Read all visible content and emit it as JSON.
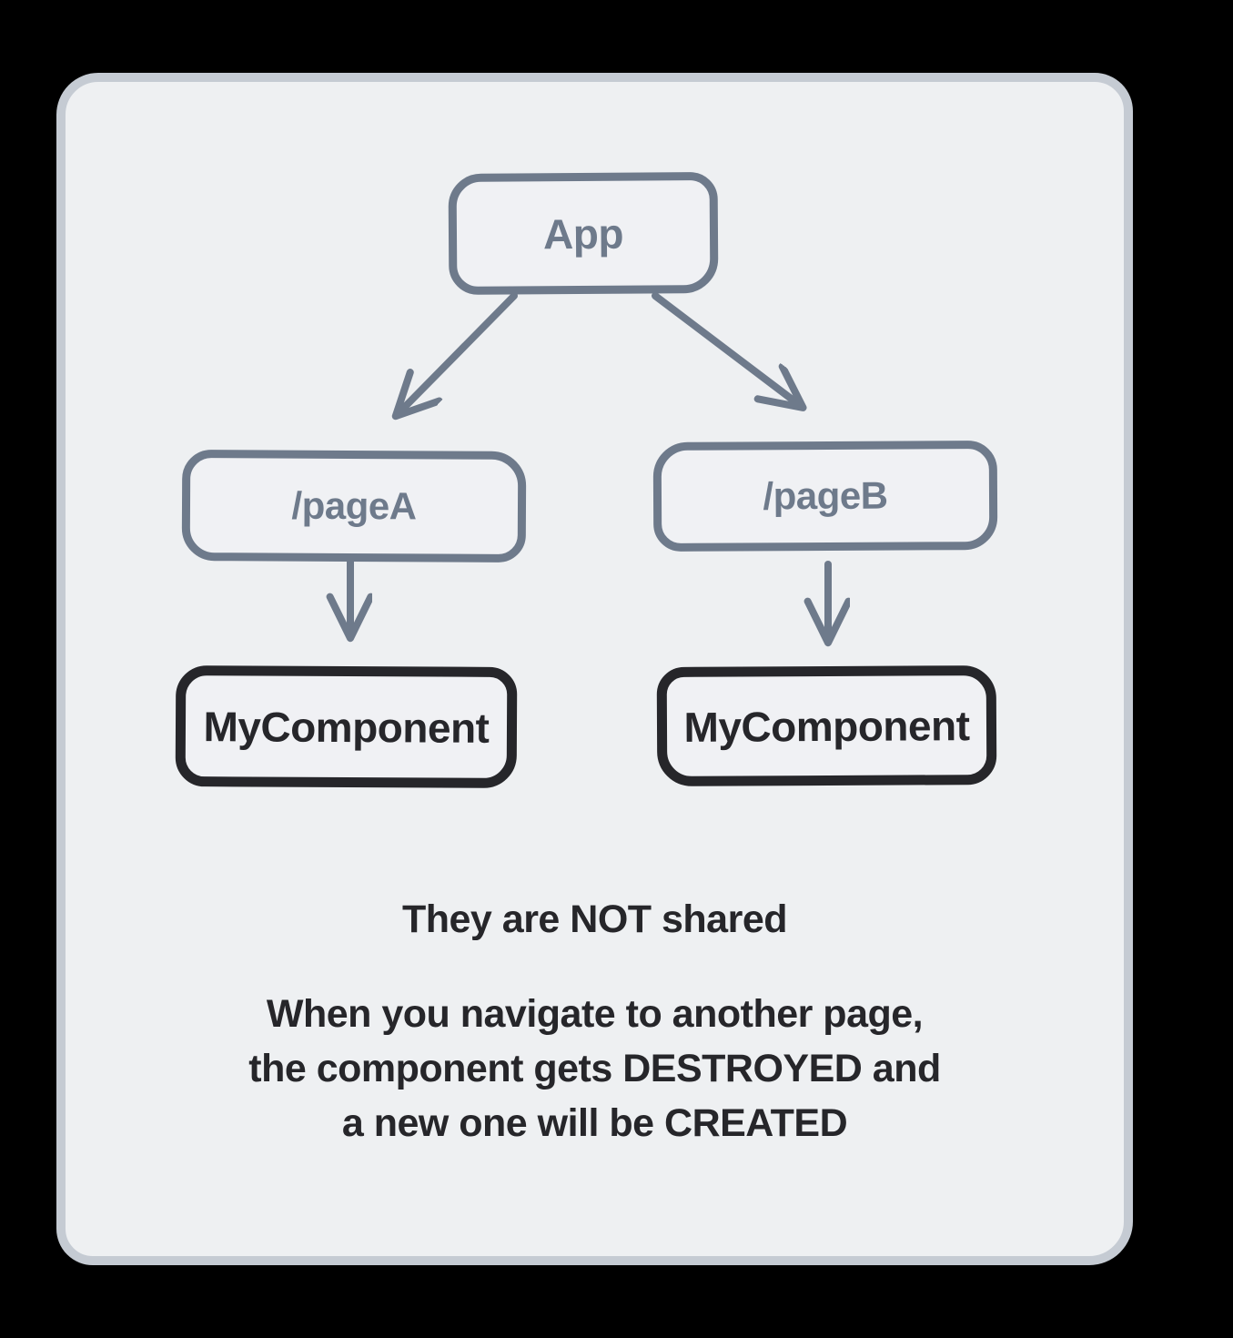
{
  "page": {
    "background_color": "#000000"
  },
  "card": {
    "background_color": "#eef0f2",
    "border_color": "#c5cbd3"
  },
  "colors": {
    "muted_gray": "#6e7a8b",
    "ink_black": "#26262a"
  },
  "diagram": {
    "nodes": [
      {
        "id": "app",
        "label": "App",
        "variant": "muted"
      },
      {
        "id": "pageA",
        "label": "/pageA",
        "variant": "muted"
      },
      {
        "id": "pageB",
        "label": "/pageB",
        "variant": "muted"
      },
      {
        "id": "myComponentLeft",
        "label": "MyComponent",
        "variant": "ink"
      },
      {
        "id": "myComponentRight",
        "label": "MyComponent",
        "variant": "ink"
      }
    ],
    "edges": [
      {
        "from": "app",
        "to": "pageA"
      },
      {
        "from": "app",
        "to": "pageB"
      },
      {
        "from": "pageA",
        "to": "myComponentLeft"
      },
      {
        "from": "pageB",
        "to": "myComponentRight"
      }
    ]
  },
  "notes": {
    "heading": "They are NOT shared",
    "paragraph": [
      "When you navigate to another page,",
      "the component gets DESTROYED and",
      "a new one will be CREATED"
    ]
  }
}
